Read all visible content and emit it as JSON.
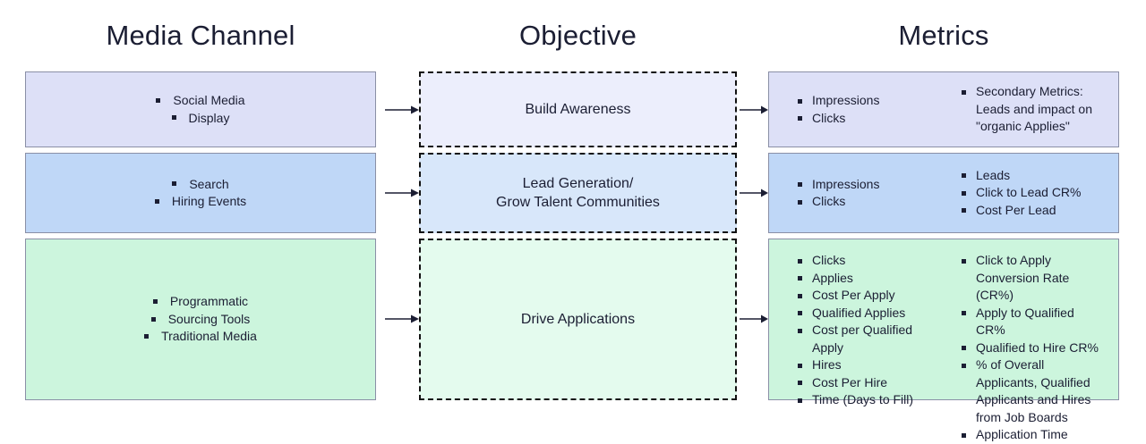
{
  "columns": {
    "media_channel_title": "Media Channel",
    "objective_title": "Objective",
    "metrics_title": "Metrics"
  },
  "colors": {
    "row1_fill": "#dde0f7",
    "row2_fill": "#bfd7f7",
    "row3_fill": "#ccf5dd",
    "row1_objective_fill": "#eceefc",
    "row2_objective_fill": "#d8e7fa",
    "row3_objective_fill": "#e4fbee",
    "box_border": "#8a8fa6",
    "dashed_border": "#111111",
    "text": "#1b1e33"
  },
  "rows": [
    {
      "media_channels": [
        "Social Media",
        "Display"
      ],
      "objective": "Build Awareness",
      "metrics_primary": [
        "Impressions",
        "Clicks"
      ],
      "metrics_secondary": [
        "Secondary Metrics: Leads and impact on \"organic Applies\""
      ]
    },
    {
      "media_channels": [
        "Search",
        "Hiring Events"
      ],
      "objective": "Lead Generation/\nGrow Talent Communities",
      "metrics_primary": [
        "Impressions",
        "Clicks"
      ],
      "metrics_secondary": [
        "Leads",
        "Click to Lead CR%",
        "Cost Per Lead"
      ]
    },
    {
      "media_channels": [
        "Programmatic",
        "Sourcing Tools",
        "Traditional Media"
      ],
      "objective": "Drive Applications",
      "metrics_primary": [
        "Clicks",
        "Applies",
        "Cost Per Apply",
        "Qualified Applies",
        "Cost per Qualified Apply",
        "Hires",
        "Cost Per Hire",
        "Time (Days to Fill)"
      ],
      "metrics_secondary": [
        "Click to Apply Conversion Rate (CR%)",
        "Apply to Qualified CR%",
        "Qualified to Hire CR%",
        "% of Overall Applicants, Qualified Applicants and Hires from Job Boards",
        "Application Time"
      ]
    }
  ],
  "icons": {
    "arrow": "arrow-right-icon",
    "bullet": "square-bullet-icon"
  }
}
